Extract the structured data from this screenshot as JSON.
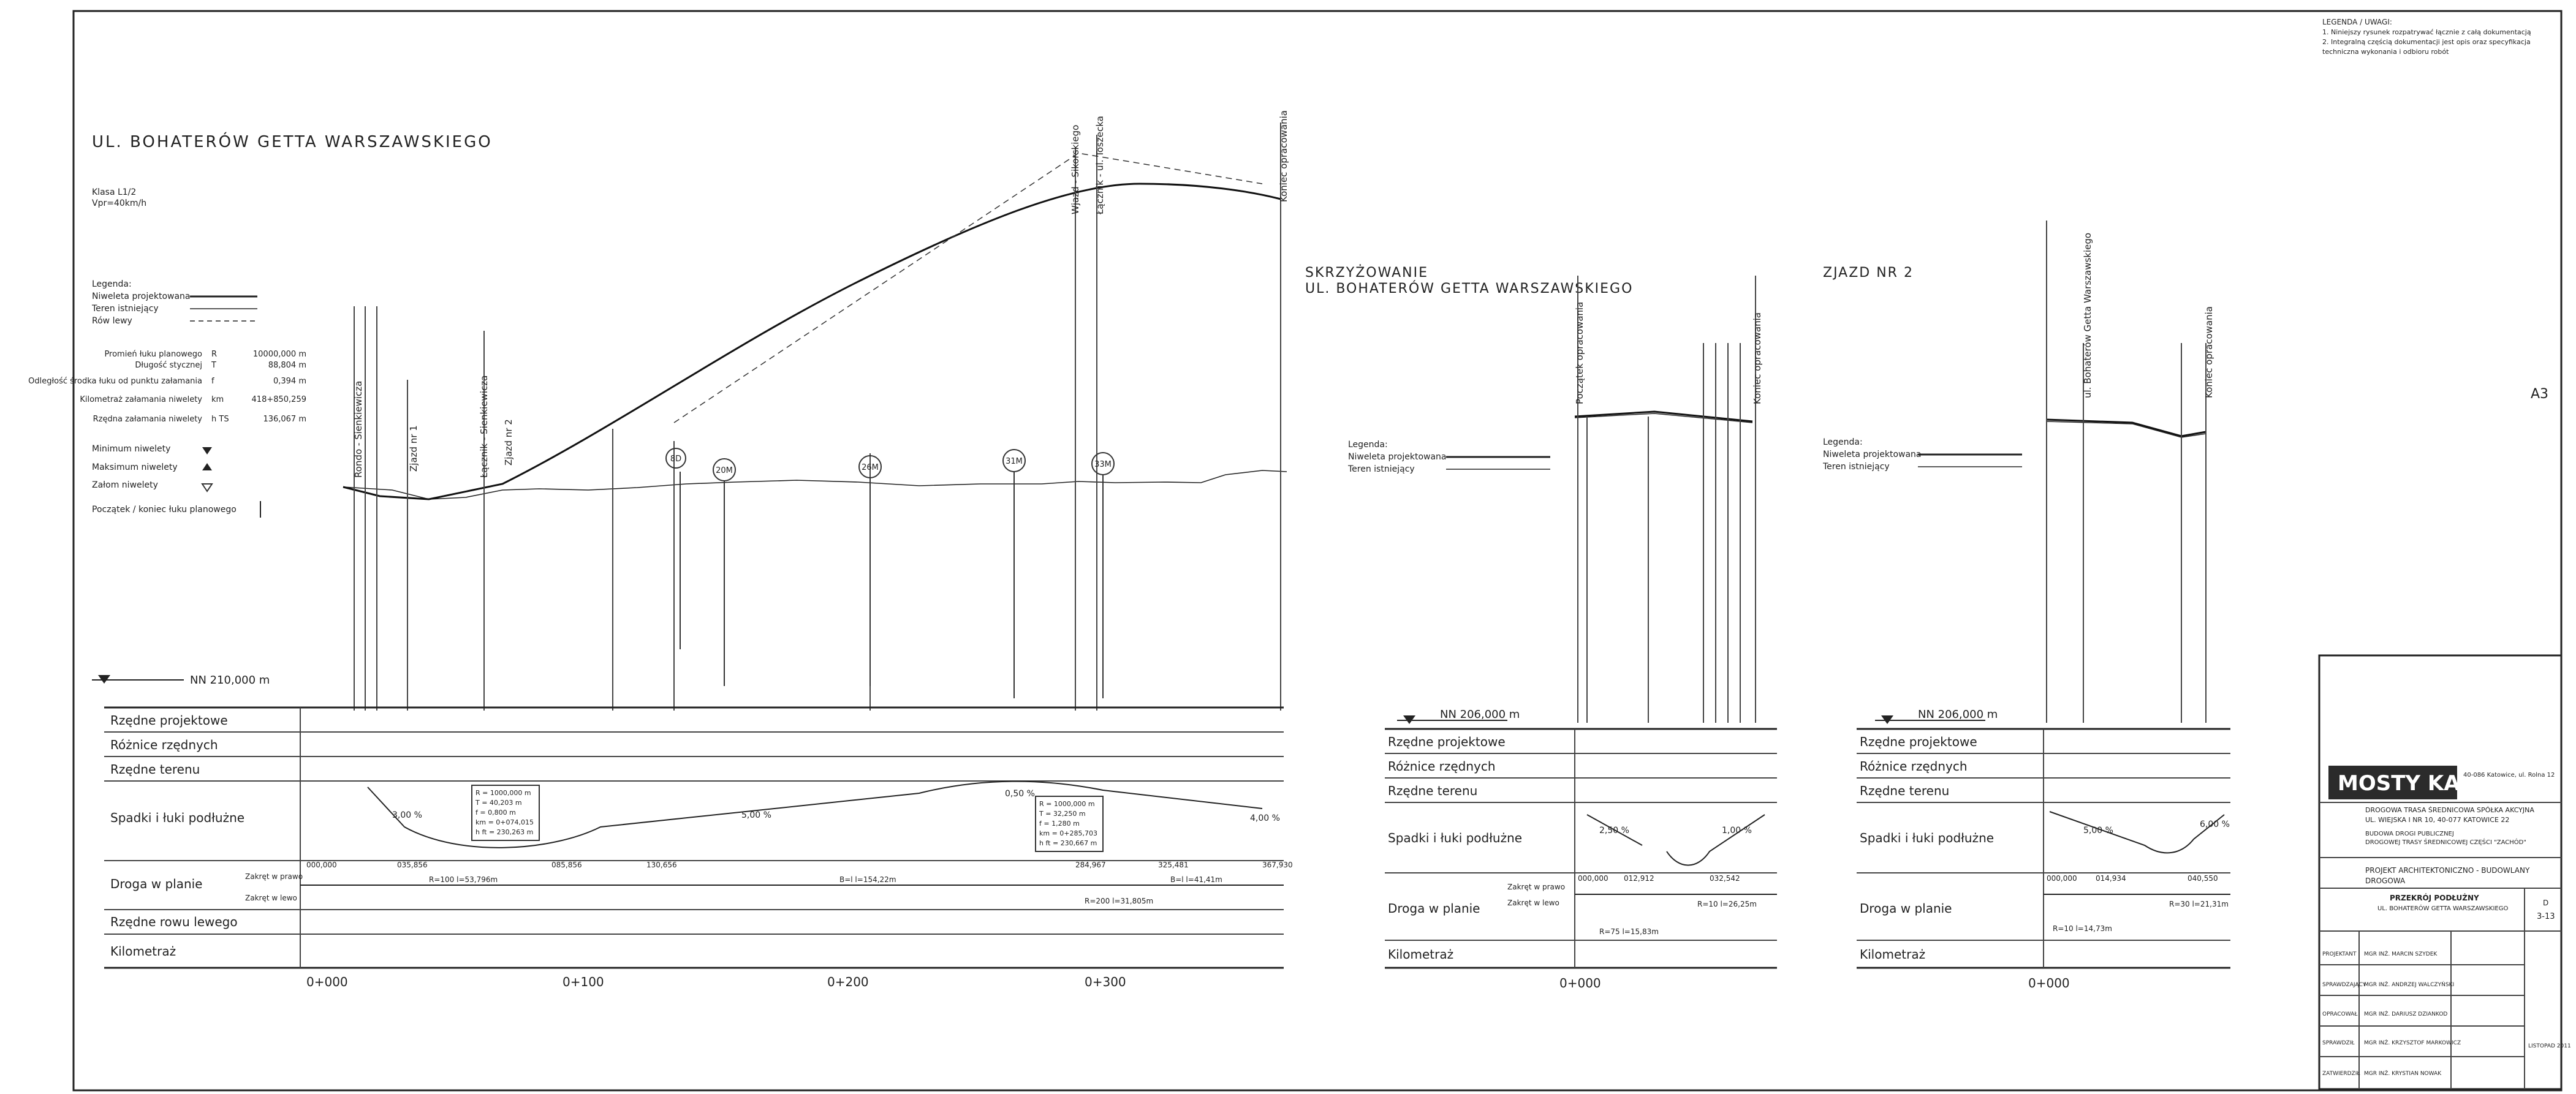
{
  "left_section": {
    "title": "UL. BOHATERÓW GETTA WARSZAWSKIEGO",
    "class_line1": "Klasa L1/2",
    "class_line2": "Vpr=40km/h",
    "legend_title": "Legenda:",
    "legend_items": [
      "Niweleta projektowana",
      "Teren istniejący",
      "Rów lewy"
    ],
    "arc_params": [
      {
        "label": "Promień łuku planowego",
        "sym": "R",
        "val": "10000,000 m"
      },
      {
        "label": "Długość stycznej",
        "sym": "T",
        "val": "88,804 m"
      },
      {
        "label": "Odległość środka łuku od punktu załamania",
        "sym": "f",
        "val": "0,394 m"
      },
      {
        "label": "Kilometraż załamania niwelety",
        "sym": "km",
        "val": "418+850,259"
      },
      {
        "label": "Rzędna załamania niwelety",
        "sym": "h TS",
        "val": "136,067 m"
      }
    ],
    "symbols": [
      "Minimum niwelety",
      "Maksimum niwelety",
      "Załom niwelety",
      "Początek / koniec łuku planowego"
    ],
    "datum": "NN 210,000 m",
    "row_labels": [
      "Rzędne projektowe",
      "Różnice rzędnych",
      "Rzędne terenu",
      "Spadki i łuki podłużne",
      "Droga w planie",
      "Rzędne rowu lewego",
      "Kilometraż"
    ],
    "km_labels": [
      "0+000",
      "0+100",
      "0+200",
      "0+300"
    ],
    "boreholes": [
      "8D",
      "20M",
      "26M",
      "31M",
      "33M"
    ],
    "vertical_labels": [
      "Rondo - Sienkiewicza",
      "Zjazd nr 1",
      "Łącznik - Sienkiewicza",
      "Zjazd nr 2",
      "Wjazd - Sikorskiego",
      "Łącznik - ul. Toszecka",
      "Koniec opracowania"
    ],
    "slopes": [
      "3,00 %",
      "5,00 %",
      "0,50 %",
      "4,00 %"
    ],
    "plan_values": [
      "000,000",
      "035,856",
      "085,856",
      "130,656",
      "284,967",
      "325,481",
      "367,930"
    ],
    "plan_annotations": [
      "R=100  l=53,796m",
      "R=200  l=31,805m",
      "B=l  l=154,22m",
      "B=l  l=41,41m",
      "Zakręt w prawo",
      "Zakręt w lewo"
    ],
    "vc_box": [
      "R = 1000,000 m",
      "T = 40,203 m",
      "f = 0,800 m",
      "km = 0+074,015",
      "h ft = 230,263 m"
    ],
    "vc_box2": [
      "R = 1000,000 m",
      "T = 32,250 m",
      "f = 1,280 m",
      "km = 0+285,703",
      "h ft = 230,667 m"
    ]
  },
  "mid_section": {
    "title_line1": "SKRZYŻOWANIE",
    "title_line2": "UL. BOHATERÓW GETTA WARSZAWSKIEGO",
    "legend_title": "Legenda:",
    "legend_items": [
      "Niweleta projektowana",
      "Teren istniejący"
    ],
    "datum": "NN 206,000 m",
    "row_labels": [
      "Rzędne projektowe",
      "Różnice rzędnych",
      "Rzędne terenu",
      "Spadki i łuki podłużne",
      "Droga w planie",
      "Kilometraż"
    ],
    "km_labels": [
      "0+000"
    ],
    "vertical_labels": [
      "Początek opracowania",
      "Koniec opracowania"
    ],
    "slopes": [
      "2,50 %",
      "1,00 %"
    ],
    "plan_values": [
      "000,000",
      "012,912",
      "032,542"
    ],
    "plan_annotations": [
      "Zakręt w prawo",
      "Zakręt w lewo",
      "R=75  l=15,83m",
      "R=10  l=26,25m"
    ]
  },
  "right_section": {
    "title": "ZJAZD NR 2",
    "legend_title": "Legenda:",
    "legend_items": [
      "Niweleta projektowana",
      "Teren istniejący"
    ],
    "datum": "NN 206,000 m",
    "row_labels": [
      "Rzędne projektowe",
      "Różnice rzędnych",
      "Rzędne terenu",
      "Spadki i łuki podłużne",
      "Droga w planie",
      "Kilometraż"
    ],
    "km_labels": [
      "0+000"
    ],
    "vertical_labels": [
      "ul. Bohaterów Getta Warszawskiego",
      "Koniec opracowania"
    ],
    "slopes": [
      "5,00 %",
      "6,00 %"
    ],
    "plan_values": [
      "000,000",
      "014,934",
      "040,550"
    ],
    "plan_annotations": [
      "R=10  l=14,73m",
      "R=30  l=21,31m"
    ]
  },
  "notes": {
    "title": "LEGENDA / UWAGI:",
    "lines": [
      "1. Niniejszy rysunek rozpatrywać łącznie z całą dokumentacją",
      "2. Integralną częścią dokumentacji jest opis oraz specyfikacja",
      "techniczna wykonania i odbioru robót"
    ]
  },
  "title_block": {
    "company": "MOSTY KATOWICE",
    "address": "40-086 Katowice, ul. Rolna 12",
    "investment_lines": [
      "DROGOWA TRASA ŚREDNICOWA SPÓŁKA AKCYJNA",
      "UL. WIEJSKA I NR 10, 40-077 KATOWICE 22",
      "BUDOWA DROGI PUBLICZNEJ",
      "DROGOWEJ TRASY ŚREDNICOWEJ CZĘŚCI \"ZACHÓD\""
    ],
    "stage": "PROJEKT ARCHITEKTONICZNO - BUDOWLANY",
    "branch": "DROGOWA",
    "subject_line1": "PRZEKRÓJ PODŁUŻNY",
    "subject_line2": "UL. BOHATERÓW GETTA WARSZAWSKIEGO",
    "drawing_no": "3-13",
    "sheet_label": "D",
    "designers": [
      "MGR INŻ. MARCIN SZYDEK",
      "MGR INŻ. ANDRZEJ WALCZYŃSKI",
      "MGR INŻ. DARIUSZ DZIANKOD",
      "MGR INŻ. KRZYSZTOF MARKOWICZ",
      "MGR INŻ. KRYSTIAN NOWAK"
    ],
    "roles": [
      "PROJEKTANT",
      "SPRAWDZAJĄCY",
      "OPRACOWAŁ",
      "SPRAWDZIŁ",
      "ZATWIERDZIŁ"
    ],
    "date": "LISTOPAD 2011"
  },
  "margin_mark": "A3"
}
